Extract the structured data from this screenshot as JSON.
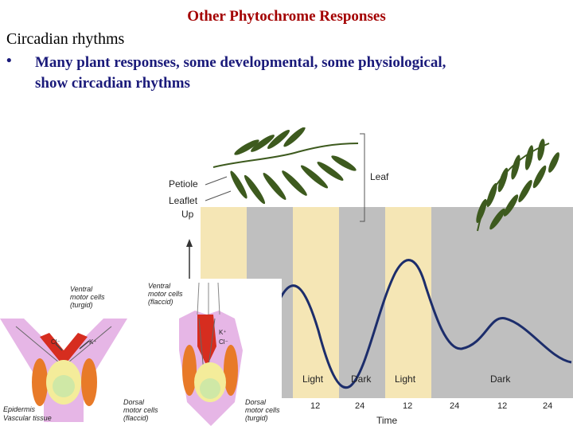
{
  "slide": {
    "title": "Other Phytochrome Responses",
    "subhead": "Circadian rhythms",
    "bullet_mark": "•",
    "bullet_line1": "Many plant responses, some developmental, some physiological,",
    "bullet_line2": "show circadian rhythms"
  },
  "figure": {
    "labels": {
      "petiole": "Petiole",
      "leaflet": "Leaflet",
      "leaf": "Leaf",
      "up": "Up",
      "ventral_turgid": [
        "Ventral",
        "motor cells",
        "(turgid)"
      ],
      "ventral_flaccid": [
        "Ventral",
        "motor cells",
        "(flaccid)"
      ],
      "dorsal_flaccid": [
        "Dorsal",
        "motor cells",
        "(flaccid)"
      ],
      "dorsal_turgid": [
        "Dorsal",
        "motor cells",
        "(turgid)"
      ],
      "epidermis": "Epidermis",
      "vascular": "Vascular tissue",
      "k_mark": "K⁺",
      "cl_mark": "Cl⁻",
      "time": "Time"
    },
    "bands": [
      "Light",
      "Dark",
      "Light",
      "Dark"
    ],
    "ticks": [
      "12",
      "24",
      "12",
      "24",
      "12",
      "24"
    ],
    "colors": {
      "light_band": "#f5e6b5",
      "dark_band": "#bfbfbf",
      "curve": "#1c2d6b",
      "leaf_green": "#3d5a1e",
      "motor_red": "#d62d1f",
      "motor_orange": "#e87a28",
      "tissue_pink": "#e6b6e6",
      "tissue_yellow": "#f4ec9a",
      "vascular_green": "#cfe8a6"
    }
  }
}
